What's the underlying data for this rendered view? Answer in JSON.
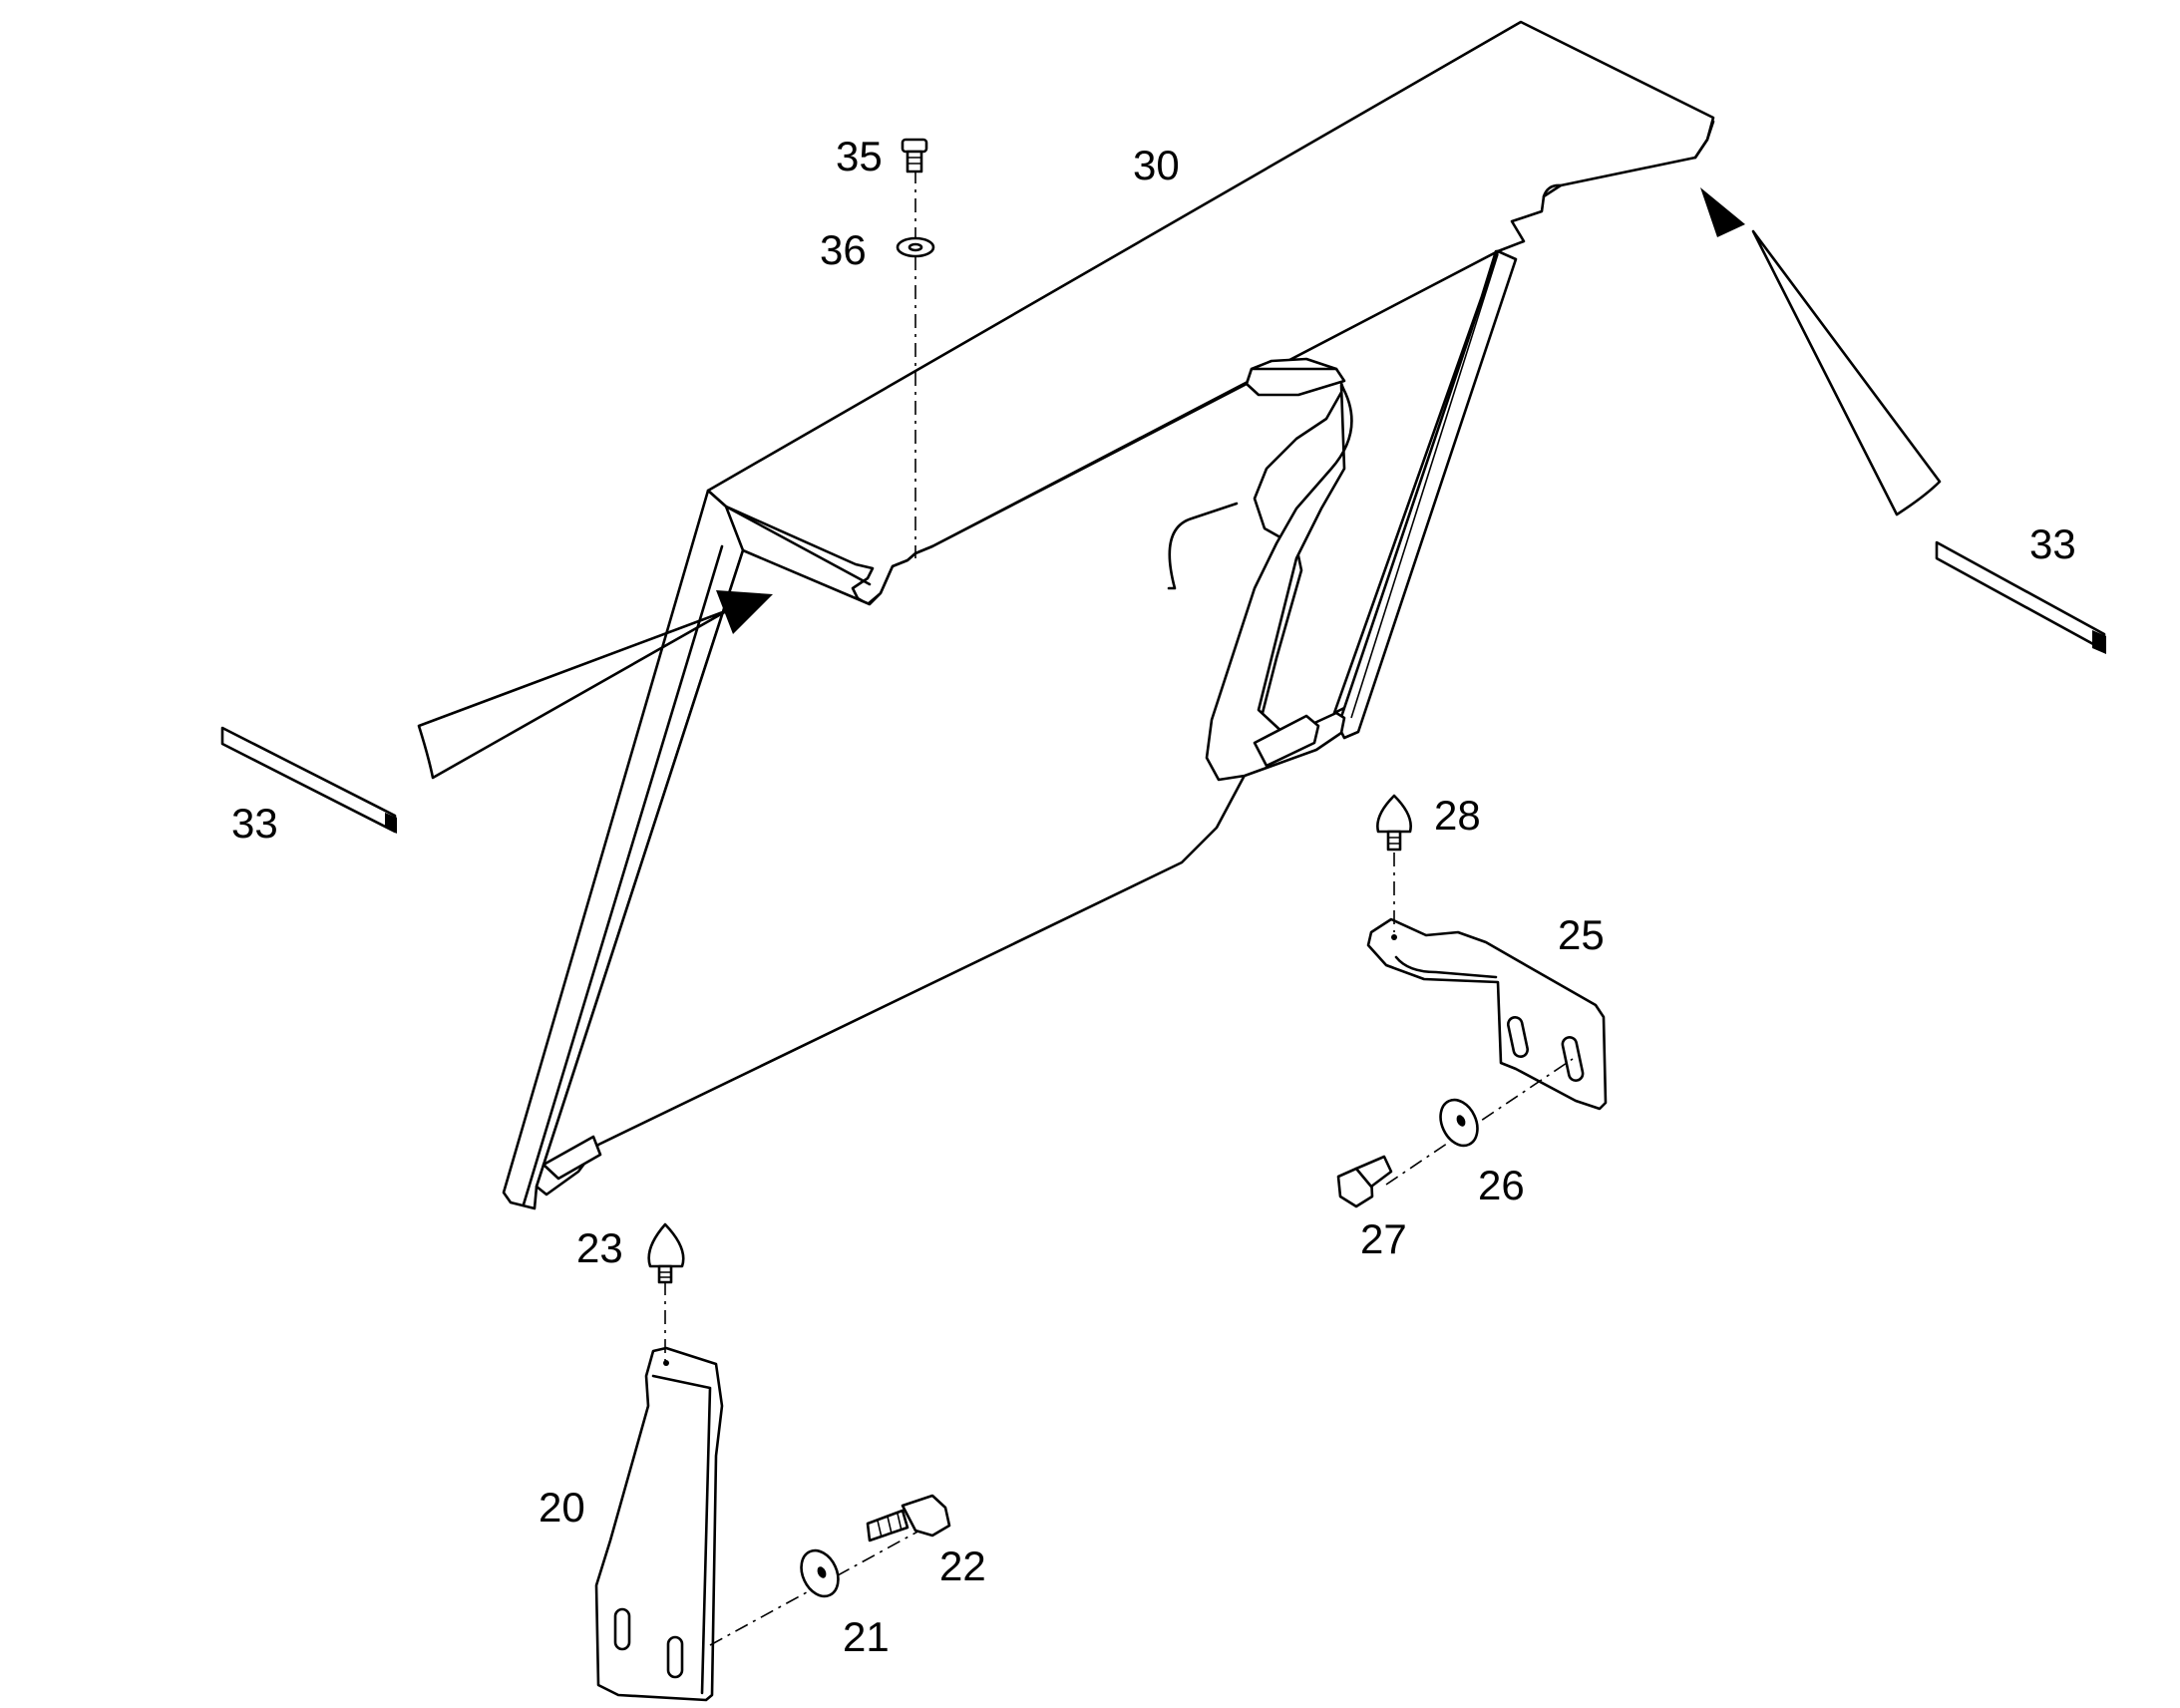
{
  "callouts": {
    "c20": "20",
    "c21": "21",
    "c22": "22",
    "c23": "23",
    "c25": "25",
    "c26": "26",
    "c27": "27",
    "c28": "28",
    "c30": "30",
    "c33_left": "33",
    "c33_right": "33",
    "c35": "35",
    "c36": "36"
  }
}
